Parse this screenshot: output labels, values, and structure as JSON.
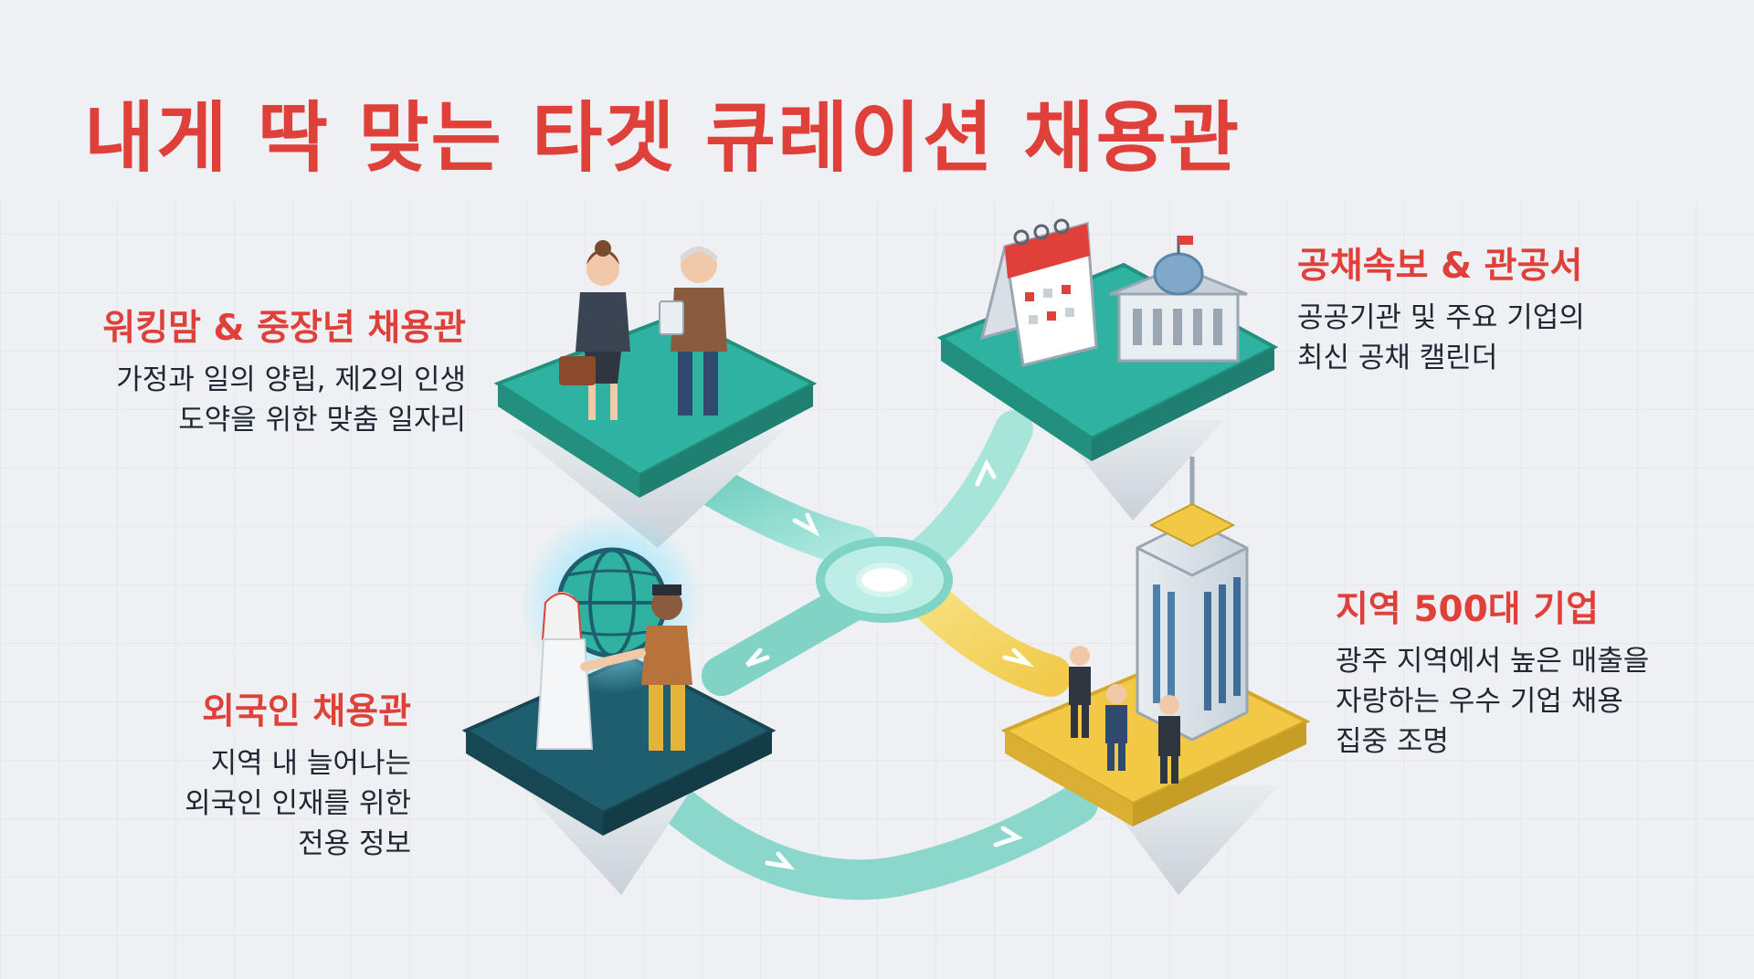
{
  "title": "내게 딱 맞는 타겟 큐레이션 채용관",
  "categories": {
    "working_mom": {
      "heading": "워킹맘 & 중장년 채용관",
      "lines": [
        "가정과 일의 양립, 제2의 인생",
        "도약을 위한 맞춤 일자리"
      ]
    },
    "public": {
      "heading": "공채속보 & 관공서",
      "lines": [
        "공공기관 및 주요 기업의",
        "최신 공채 캘린더"
      ]
    },
    "local500": {
      "heading": "지역 500대 기업",
      "lines": [
        "광주 지역에서 높은 매출을",
        "자랑하는 우수 기업 채용",
        "집중 조명"
      ]
    },
    "foreign": {
      "heading": "외국인 채용관",
      "lines": [
        "지역 내 늘어나는",
        "외국인 인재를 위한",
        "전용 정보"
      ]
    }
  },
  "colors": {
    "title": "#e0403a",
    "teal_platform": "#2fb3a0",
    "navy_platform": "#1f5e6e",
    "yellow_platform": "#f2c945",
    "background": "#eef0f3"
  },
  "icons": [
    "businesswoman-icon",
    "senior-man-clipboard-icon",
    "calendar-icon",
    "government-building-icon",
    "globe-icon",
    "handshake-people-icon",
    "skyscraper-icon",
    "business-meeting-icon"
  ]
}
